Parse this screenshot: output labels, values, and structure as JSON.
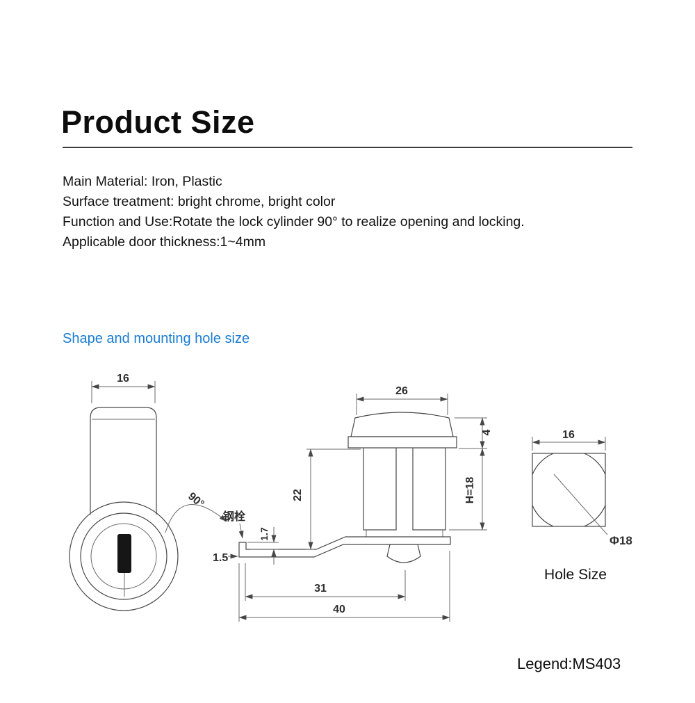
{
  "page": {
    "title": "Product Size",
    "description_lines": [
      "Main Material: Iron, Plastic",
      "Surface treatment: bright chrome, bright color",
      "Function and Use:Rotate the lock cylinder 90° to realize opening and locking.",
      "Applicable door thickness:1~4mm"
    ],
    "section_heading": "Shape and mounting hole size",
    "legend_label": "Legend:MS403",
    "accent_color": "#1a7cd4",
    "line_color": "#474747"
  },
  "drawing": {
    "side_view": {
      "barrel_width": "16",
      "rotation": "90°"
    },
    "profile_view": {
      "steel_bolt": "钢栓",
      "pin_height": "1.7",
      "cam_thickness": "1.5",
      "body_length": "22",
      "head_width": "26",
      "flange_height": "4",
      "thread_length": "H=18",
      "cam_hole_distance": "31",
      "cam_total_length": "40"
    },
    "hole_view": {
      "width": "16",
      "diameter": "Φ18",
      "caption": "Hole Size"
    }
  }
}
